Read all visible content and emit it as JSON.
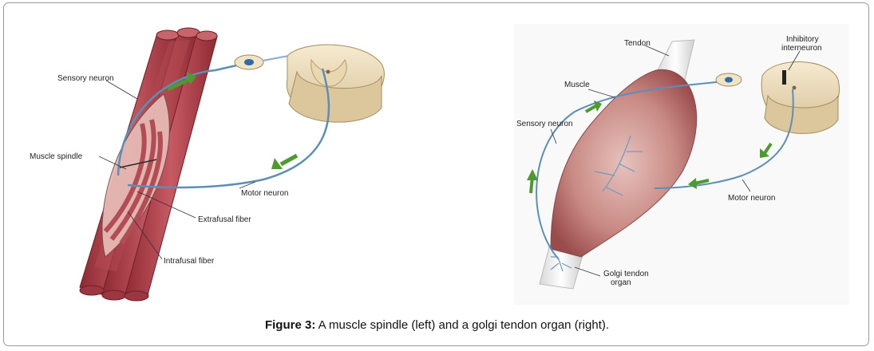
{
  "left_panel": {
    "labels": {
      "sensory_neuron": "Sensory neuron",
      "muscle_spindle": "Muscle spindle",
      "motor_neuron": "Motor neuron",
      "extrafusal_fiber": "Extrafusal fiber",
      "intrafusal_fiber": "Intrafusal fiber"
    }
  },
  "right_panel": {
    "labels": {
      "tendon": "Tendon",
      "inhibitory_1": "Inhibitory",
      "inhibitory_2": "interneuron",
      "muscle": "Muscle",
      "sensory_neuron": "Sensory neuron",
      "motor_neuron": "Motor neuron",
      "golgi_1": "Golgi tendon",
      "golgi_2": "organ"
    }
  },
  "caption": {
    "prefix": "Figure 3:",
    "text": " A muscle spindle (left) and a golgi tendon organ (right)."
  },
  "colors": {
    "muscle_red": "#b5414a",
    "nerve_blue": "#5b8fb8",
    "arrow_green": "#4d9a2e",
    "spinal_cord_tan": "#efe0c2"
  }
}
